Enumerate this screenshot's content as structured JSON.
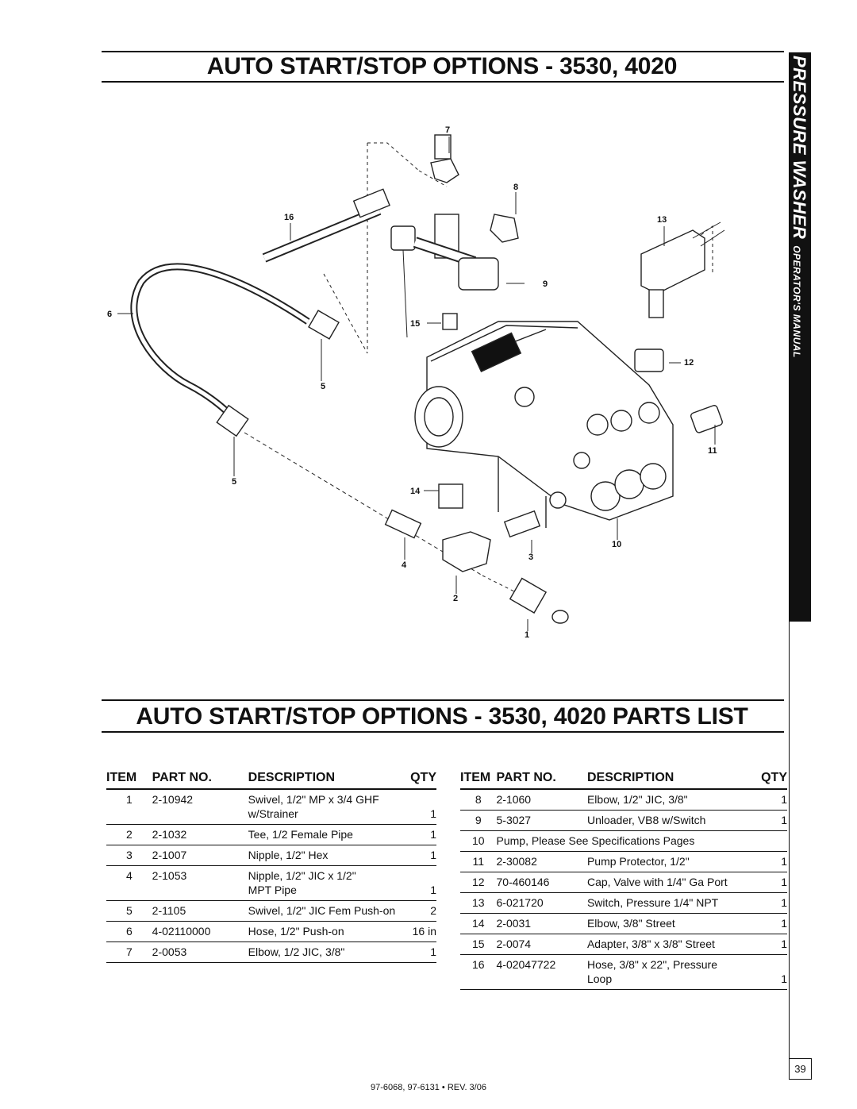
{
  "diagram_title": "AUTO START/STOP OPTIONS - 3530, 4020",
  "parts_title": "AUTO START/STOP OPTIONS - 3530, 4020 PARTS LIST",
  "sidebar": {
    "main": "PRESSURE WASHER",
    "sub": "OPERATOR'S MANUAL"
  },
  "callouts": [
    "7",
    "8",
    "16",
    "13",
    "9",
    "6",
    "15",
    "12",
    "5",
    "11",
    "5",
    "14",
    "10",
    "3",
    "4",
    "2",
    "1"
  ],
  "table_headers": {
    "item": "ITEM",
    "part_no": "PART NO.",
    "description": "DESCRIPTION",
    "qty": "QTY"
  },
  "left_rows": [
    {
      "item": "1",
      "part": "2-10942",
      "desc": "Swivel, 1/2\" MP x 3/4 GHF",
      "desc2": "w/Strainer",
      "qty": "1"
    },
    {
      "item": "2",
      "part": "2-1032",
      "desc": "Tee, 1/2 Female Pipe",
      "desc2": "",
      "qty": "1"
    },
    {
      "item": "3",
      "part": "2-1007",
      "desc": "Nipple, 1/2\" Hex",
      "desc2": "",
      "qty": "1"
    },
    {
      "item": "4",
      "part": "2-1053",
      "desc": "Nipple, 1/2\" JIC x 1/2\"",
      "desc2": "MPT Pipe",
      "qty": "1"
    },
    {
      "item": "5",
      "part": "2-1105",
      "desc": "Swivel, 1/2\" JIC Fem Push-on",
      "desc2": "",
      "qty": "2"
    },
    {
      "item": "6",
      "part": "4-02110000",
      "desc": "Hose, 1/2\" Push-on",
      "desc2": "",
      "qty": "16 in"
    },
    {
      "item": "7",
      "part": "2-0053",
      "desc": "Elbow, 1/2 JIC, 3/8\"",
      "desc2": "",
      "qty": "1"
    }
  ],
  "right_rows": [
    {
      "item": "8",
      "part": "2-1060",
      "desc": "Elbow, 1/2\" JIC, 3/8\"",
      "desc2": "",
      "qty": "1"
    },
    {
      "item": "9",
      "part": "5-3027",
      "desc": "Unloader, VB8 w/Switch",
      "desc2": "",
      "qty": "1"
    },
    {
      "item": "10",
      "part": "",
      "desc": "Pump, Please See Specifications Pages",
      "desc2": "",
      "qty": ""
    },
    {
      "item": "11",
      "part": "2-30082",
      "desc": "Pump Protector, 1/2\"",
      "desc2": "",
      "qty": "1"
    },
    {
      "item": "12",
      "part": "70-460146",
      "desc": "Cap, Valve with 1/4\" Ga Port",
      "desc2": "",
      "qty": "1"
    },
    {
      "item": "13",
      "part": "6-021720",
      "desc": "Switch, Pressure 1/4\" NPT",
      "desc2": "",
      "qty": "1"
    },
    {
      "item": "14",
      "part": "2-0031",
      "desc": "Elbow, 3/8\" Street",
      "desc2": "",
      "qty": "1"
    },
    {
      "item": "15",
      "part": "2-0074",
      "desc": "Adapter, 3/8\" x 3/8\" Street",
      "desc2": "",
      "qty": "1"
    },
    {
      "item": "16",
      "part": "4-02047722",
      "desc": "Hose, 3/8\" x 22\", Pressure",
      "desc2": "Loop",
      "qty": "1"
    }
  ],
  "page_number": "39",
  "footer": "97-6068, 97-6131 • REV. 3/06"
}
